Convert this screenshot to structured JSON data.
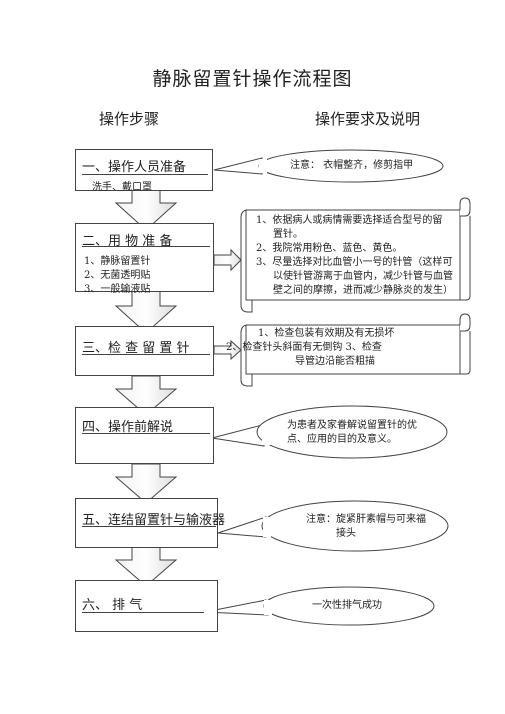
{
  "title": "静脉留置针操作流程图",
  "columns": {
    "left": "操作步骤",
    "right": "操作要求及说明"
  },
  "steps": [
    {
      "head": "一、操作人员准备",
      "items": [
        "洗手、戴口罩"
      ]
    },
    {
      "head": "二、用    物    准    备",
      "items": [
        "1、静脉留置针",
        "2、无菌透明贴",
        "3、一般输液贴"
      ]
    },
    {
      "head": "三、检    查  留  置  针",
      "items": []
    },
    {
      "head": "四、操作前解说",
      "items": []
    },
    {
      "head": "五、连结留置针与输液器",
      "items": []
    },
    {
      "head": "六、        排      气",
      "items": []
    }
  ],
  "notes": {
    "n1": "注意：  衣帽整齐，修剪指甲",
    "n2": [
      "1、依据病人或病情需要选择适合型号的留",
      "置针。",
      "2、我院常用粉色、蓝色、黄色。",
      "3、尽量选择对比血管小一号的针管（这样可",
      "以使针管游离于血管内，减少针管与血管",
      "壁之间的摩擦，进而减少静脉炎的发生）"
    ],
    "n3": [
      "1、检查包装有效期及有无损坏",
      "2、检查针头斜面有无倒钩 3、检查",
      "导管边沿能否粗描"
    ],
    "n4": [
      "为患者及家眷解说留置针的优",
      "点、应用的目的及意义。"
    ],
    "n5": [
      "注意：旋紧肝素帽与可来福",
      "接头"
    ],
    "n6": "一次性排气成功"
  }
}
